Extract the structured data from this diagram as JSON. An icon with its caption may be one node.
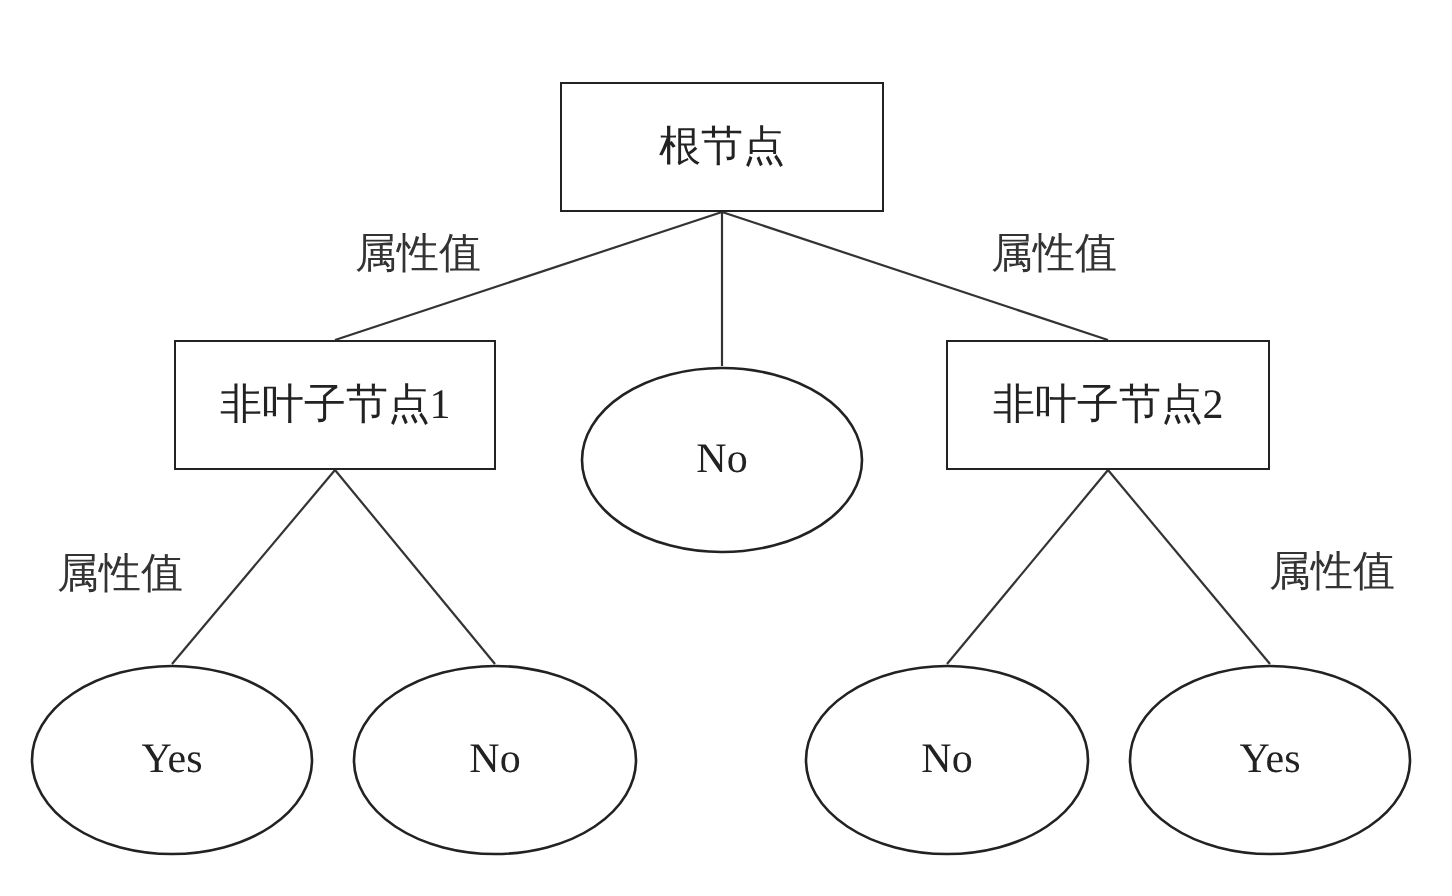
{
  "diagram": {
    "nodes": [
      {
        "text": [
          "根节点"
        ]
      },
      {
        "text": [
          "非叶子节点1"
        ]
      },
      {
        "text": [
          "No"
        ]
      },
      {
        "text": [
          "非叶子节点2"
        ]
      },
      {
        "text": [
          "Yes"
        ]
      },
      {
        "text": [
          "No"
        ]
      },
      {
        "text": [
          "No"
        ]
      },
      {
        "text": [
          "Yes"
        ]
      }
    ],
    "edges": [
      {
        "from": 0,
        "to": 1,
        "arrow": "none",
        "label": "属性值"
      },
      {
        "from": 0,
        "to": 2,
        "arrow": "none"
      },
      {
        "from": 0,
        "to": 3,
        "arrow": "none",
        "label": "属性值"
      },
      {
        "from": 1,
        "to": 4,
        "arrow": "none",
        "label": "属性值"
      },
      {
        "from": 1,
        "to": 5,
        "arrow": "none"
      },
      {
        "from": 3,
        "to": 6,
        "arrow": "none"
      },
      {
        "from": 3,
        "to": 7,
        "arrow": "none",
        "label": "属性值"
      }
    ]
  }
}
